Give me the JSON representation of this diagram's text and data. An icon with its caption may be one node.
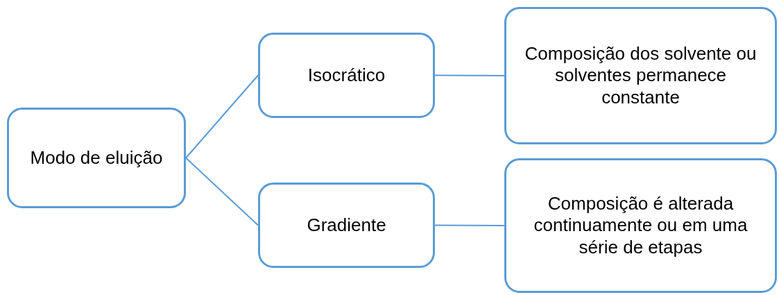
{
  "diagram": {
    "nodes": [
      {
        "text": [
          "Modo de eluição"
        ]
      },
      {
        "text": [
          "Isocrático"
        ]
      },
      {
        "text": [
          "Gradiente"
        ]
      },
      {
        "text": [
          "Composição dos solvente ou solventes permanece constante"
        ]
      },
      {
        "text": [
          "Composição é alterada continuamente ou em uma série de etapas"
        ]
      }
    ],
    "edges": [
      {
        "from": 0,
        "to": 1,
        "arrow": "none"
      },
      {
        "from": 0,
        "to": 2,
        "arrow": "none"
      },
      {
        "from": 1,
        "to": 3,
        "arrow": "none"
      },
      {
        "from": 2,
        "to": 4,
        "arrow": "none"
      }
    ]
  }
}
